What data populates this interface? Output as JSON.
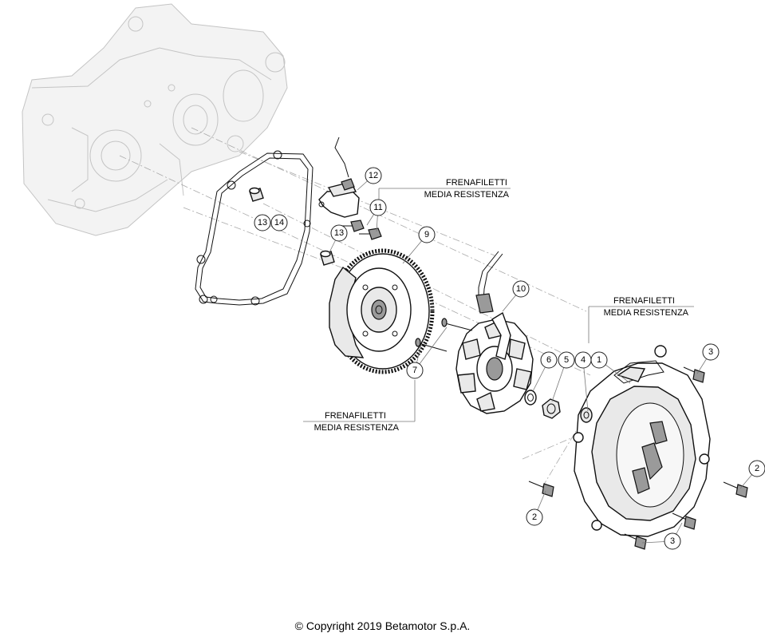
{
  "callouts": [
    "1",
    "2",
    "2",
    "3",
    "3",
    "4",
    "5",
    "6",
    "7",
    "9",
    "10",
    "11",
    "12",
    "13",
    "13",
    "14"
  ],
  "notes": {
    "top_line1": "FRENAFILETTI",
    "top_line2": "MEDIA RESISTENZA",
    "right_line1": "FRENAFILETTI",
    "right_line2": "MEDIA RESISTENZA",
    "bottom_line1": "FRENAFILETTI",
    "bottom_line2": "MEDIA RESISTENZA"
  },
  "copyright": "© Copyright 2019 Betamotor S.p.A."
}
